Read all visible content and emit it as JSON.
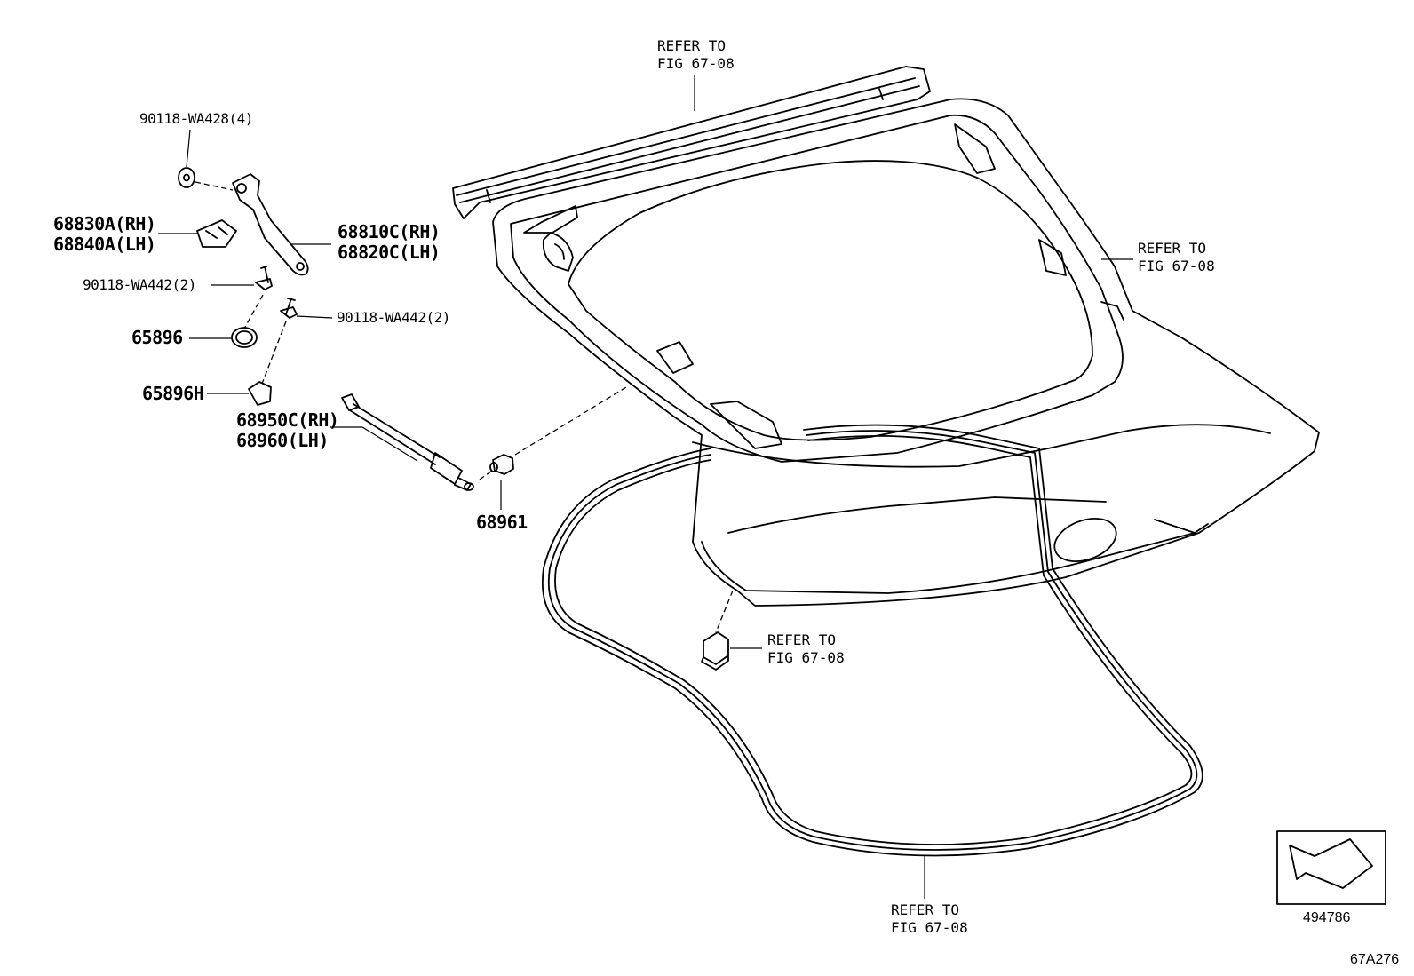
{
  "parts": {
    "bolt_wa428": "90118-WA428(4)",
    "cover_rh": "68830A(RH)",
    "cover_lh": "68840A(LH)",
    "bolt_wa442_left": "90118-WA442(2)",
    "grommet": "65896",
    "clip": "65896H",
    "hinge_rh": "68810C(RH)",
    "hinge_lh": "68820C(LH)",
    "bolt_wa442_right": "90118-WA442(2)",
    "stay_rh": "68950C(RH)",
    "stay_lh": "68960(LH)",
    "stud": "68961"
  },
  "refs": {
    "top": {
      "line1": "REFER TO",
      "line2": "FIG 67-08"
    },
    "right": {
      "line1": "REFER TO",
      "line2": "FIG 67-08"
    },
    "middle": {
      "line1": "REFER TO",
      "line2": "FIG 67-08"
    },
    "bottom": {
      "line1": "REFER TO",
      "line2": "FIG 67-08"
    }
  },
  "footer": {
    "illustration_number": "494786",
    "figure_code": "67A276"
  }
}
